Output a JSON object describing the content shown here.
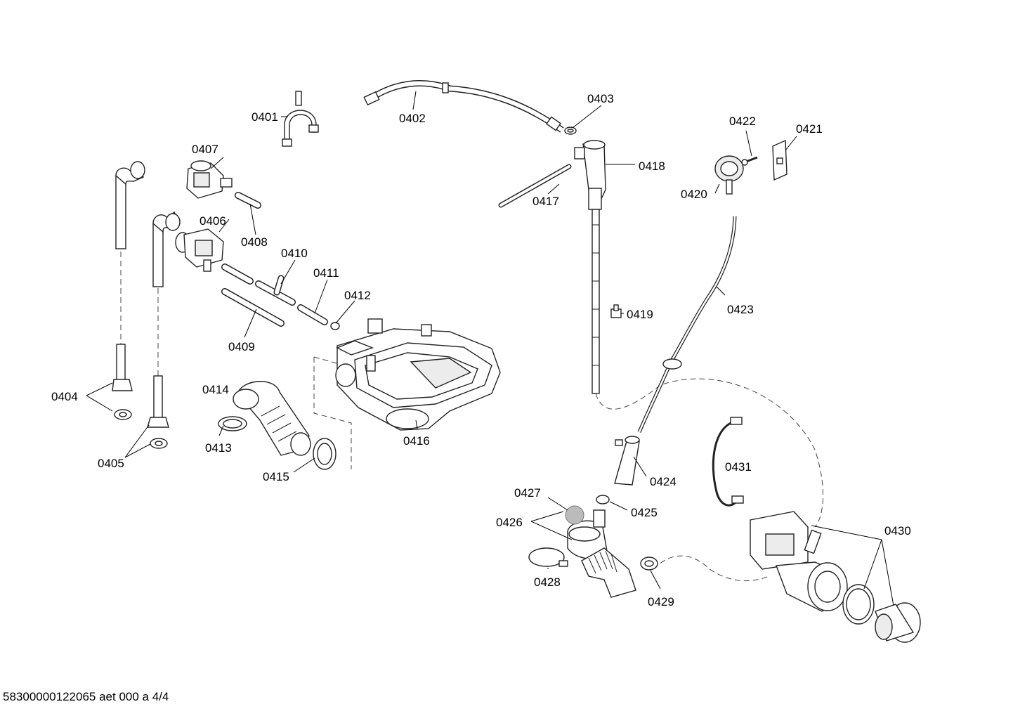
{
  "diagram": {
    "labels": {
      "p0401": "0401",
      "p0402": "0402",
      "p0403": "0403",
      "p0404": "0404",
      "p0405": "0405",
      "p0406": "0406",
      "p0407": "0407",
      "p0408": "0408",
      "p0409": "0409",
      "p0410": "0410",
      "p0411": "0411",
      "p0412": "0412",
      "p0413": "0413",
      "p0414": "0414",
      "p0415": "0415",
      "p0416": "0416",
      "p0417": "0417",
      "p0418": "0418",
      "p0419": "0419",
      "p0420": "0420",
      "p0421": "0421",
      "p0422": "0422",
      "p0423": "0423",
      "p0424": "0424",
      "p0425": "0425",
      "p0426": "0426",
      "p0427": "0427",
      "p0428": "0428",
      "p0429": "0429",
      "p0430": "0430",
      "p0431": "0431"
    },
    "footer": "58300000122065 aet 000 a 4/4"
  }
}
